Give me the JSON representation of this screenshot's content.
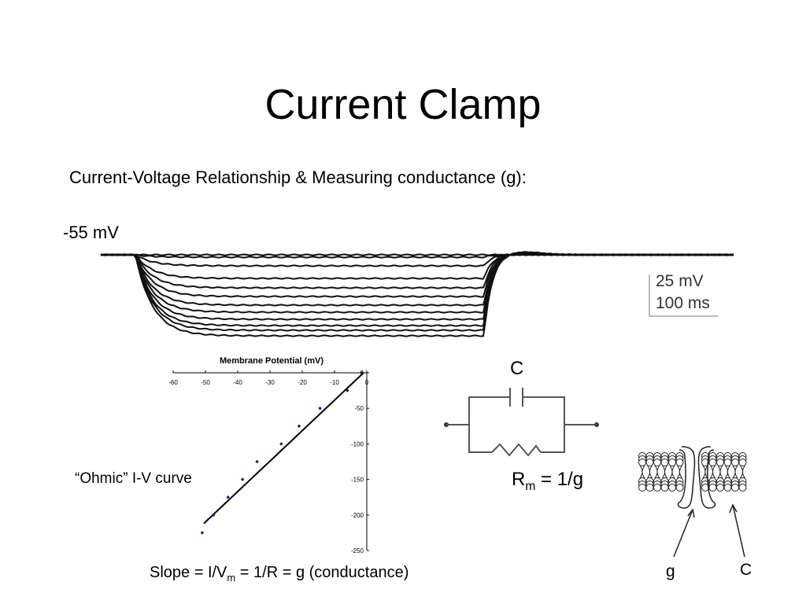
{
  "slide": {
    "title": "Current Clamp",
    "subtitle": "Current-Voltage Relationship & Measuring conductance (g):",
    "resting_label": "-55 mV",
    "scale_bar": {
      "voltage": "25 mV",
      "time": "100 ms"
    },
    "ohmic_label": "“Ohmic” I-V curve",
    "slope_formula": {
      "prefix": "Slope = I/V",
      "sub": "m",
      "suffix": " = 1/R = g (conductance)"
    },
    "circuit": {
      "capacitor_label": "C",
      "resistance": {
        "symbol": "R",
        "sub": "m",
        "formula": " = 1/g"
      }
    },
    "membrane": {
      "channel_label": "g",
      "capacitance_label": "C"
    }
  },
  "chart_data": {
    "type": "scatter",
    "title": "Membrane Potential (mV)",
    "xlim": [
      -60,
      0
    ],
    "ylim": [
      -250,
      0
    ],
    "xticks": [
      -60,
      -50,
      -40,
      -30,
      -20,
      -10,
      0
    ],
    "yticks": [
      0,
      -50,
      -100,
      -150,
      -200,
      -250
    ],
    "points": [
      [
        -51,
        -225
      ],
      [
        -47.5,
        -200
      ],
      [
        -43,
        -175
      ],
      [
        -38.5,
        -150
      ],
      [
        -34,
        -125
      ],
      [
        -26.5,
        -100
      ],
      [
        -21,
        -75
      ],
      [
        -14.5,
        -50
      ],
      [
        -6,
        -25
      ],
      [
        -1.5,
        0
      ]
    ],
    "fit_line": [
      [
        -50.5,
        -212
      ],
      [
        -1,
        0
      ]
    ],
    "grid": false,
    "legend": "none"
  }
}
